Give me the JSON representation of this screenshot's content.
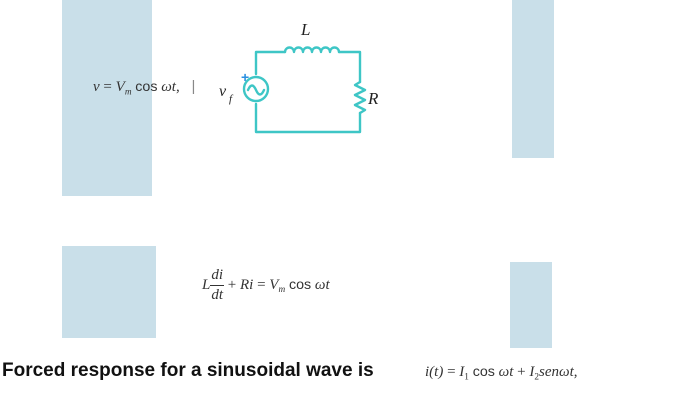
{
  "circuit": {
    "inductor_label": "L",
    "resistor_label": "R",
    "source_label": "v",
    "source_subscript": "f",
    "source_polarity": "+",
    "wire_color": "#3ec6c6",
    "polarity_color": "#2a8fe0"
  },
  "source_equation": {
    "lhs": "v",
    "equals": "=",
    "amp": "V",
    "amp_sub": "m",
    "func": "cos",
    "arg": "ωt",
    "trail": ",",
    "bar": "|"
  },
  "diff_equation": {
    "L": "L",
    "num": "di",
    "den": "dt",
    "plus": "+",
    "Ri": "Ri",
    "equals": "=",
    "amp": "V",
    "amp_sub": "m",
    "func": "cos",
    "arg": "ωt"
  },
  "caption": "Forced response for a sinusoidal wave is",
  "response_equation": {
    "lhs": "i(t)",
    "equals": "=",
    "I1": "I",
    "sub1": "1",
    "func1": "cos",
    "arg1": "ωt",
    "plus": "+",
    "I2": "I",
    "sub2": "2",
    "func2": "sen",
    "arg2": "ωt",
    "trail": ","
  }
}
